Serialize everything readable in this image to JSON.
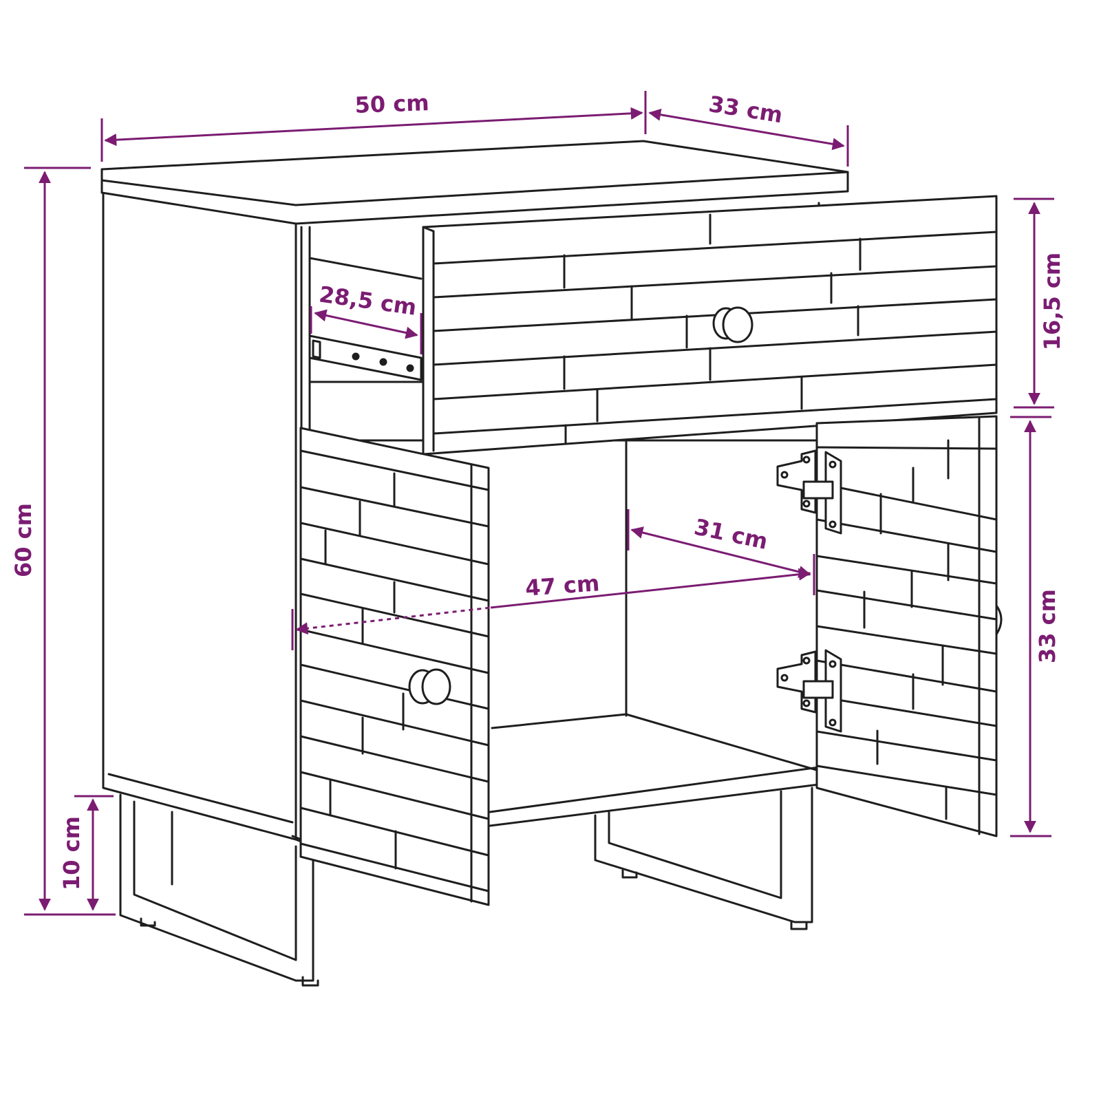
{
  "accent_color": "#7b1c72",
  "line_color": "#1e1e1e",
  "dimensions": {
    "width": "50 cm",
    "depth": "33 cm",
    "height": "60 cm",
    "drawer_height": "16,5 cm",
    "drawer_depth": "28,5 cm",
    "cabinet_height": "33 cm",
    "inner_width": "47 cm",
    "inner_depth": "31 cm",
    "leg_height": "10 cm"
  }
}
